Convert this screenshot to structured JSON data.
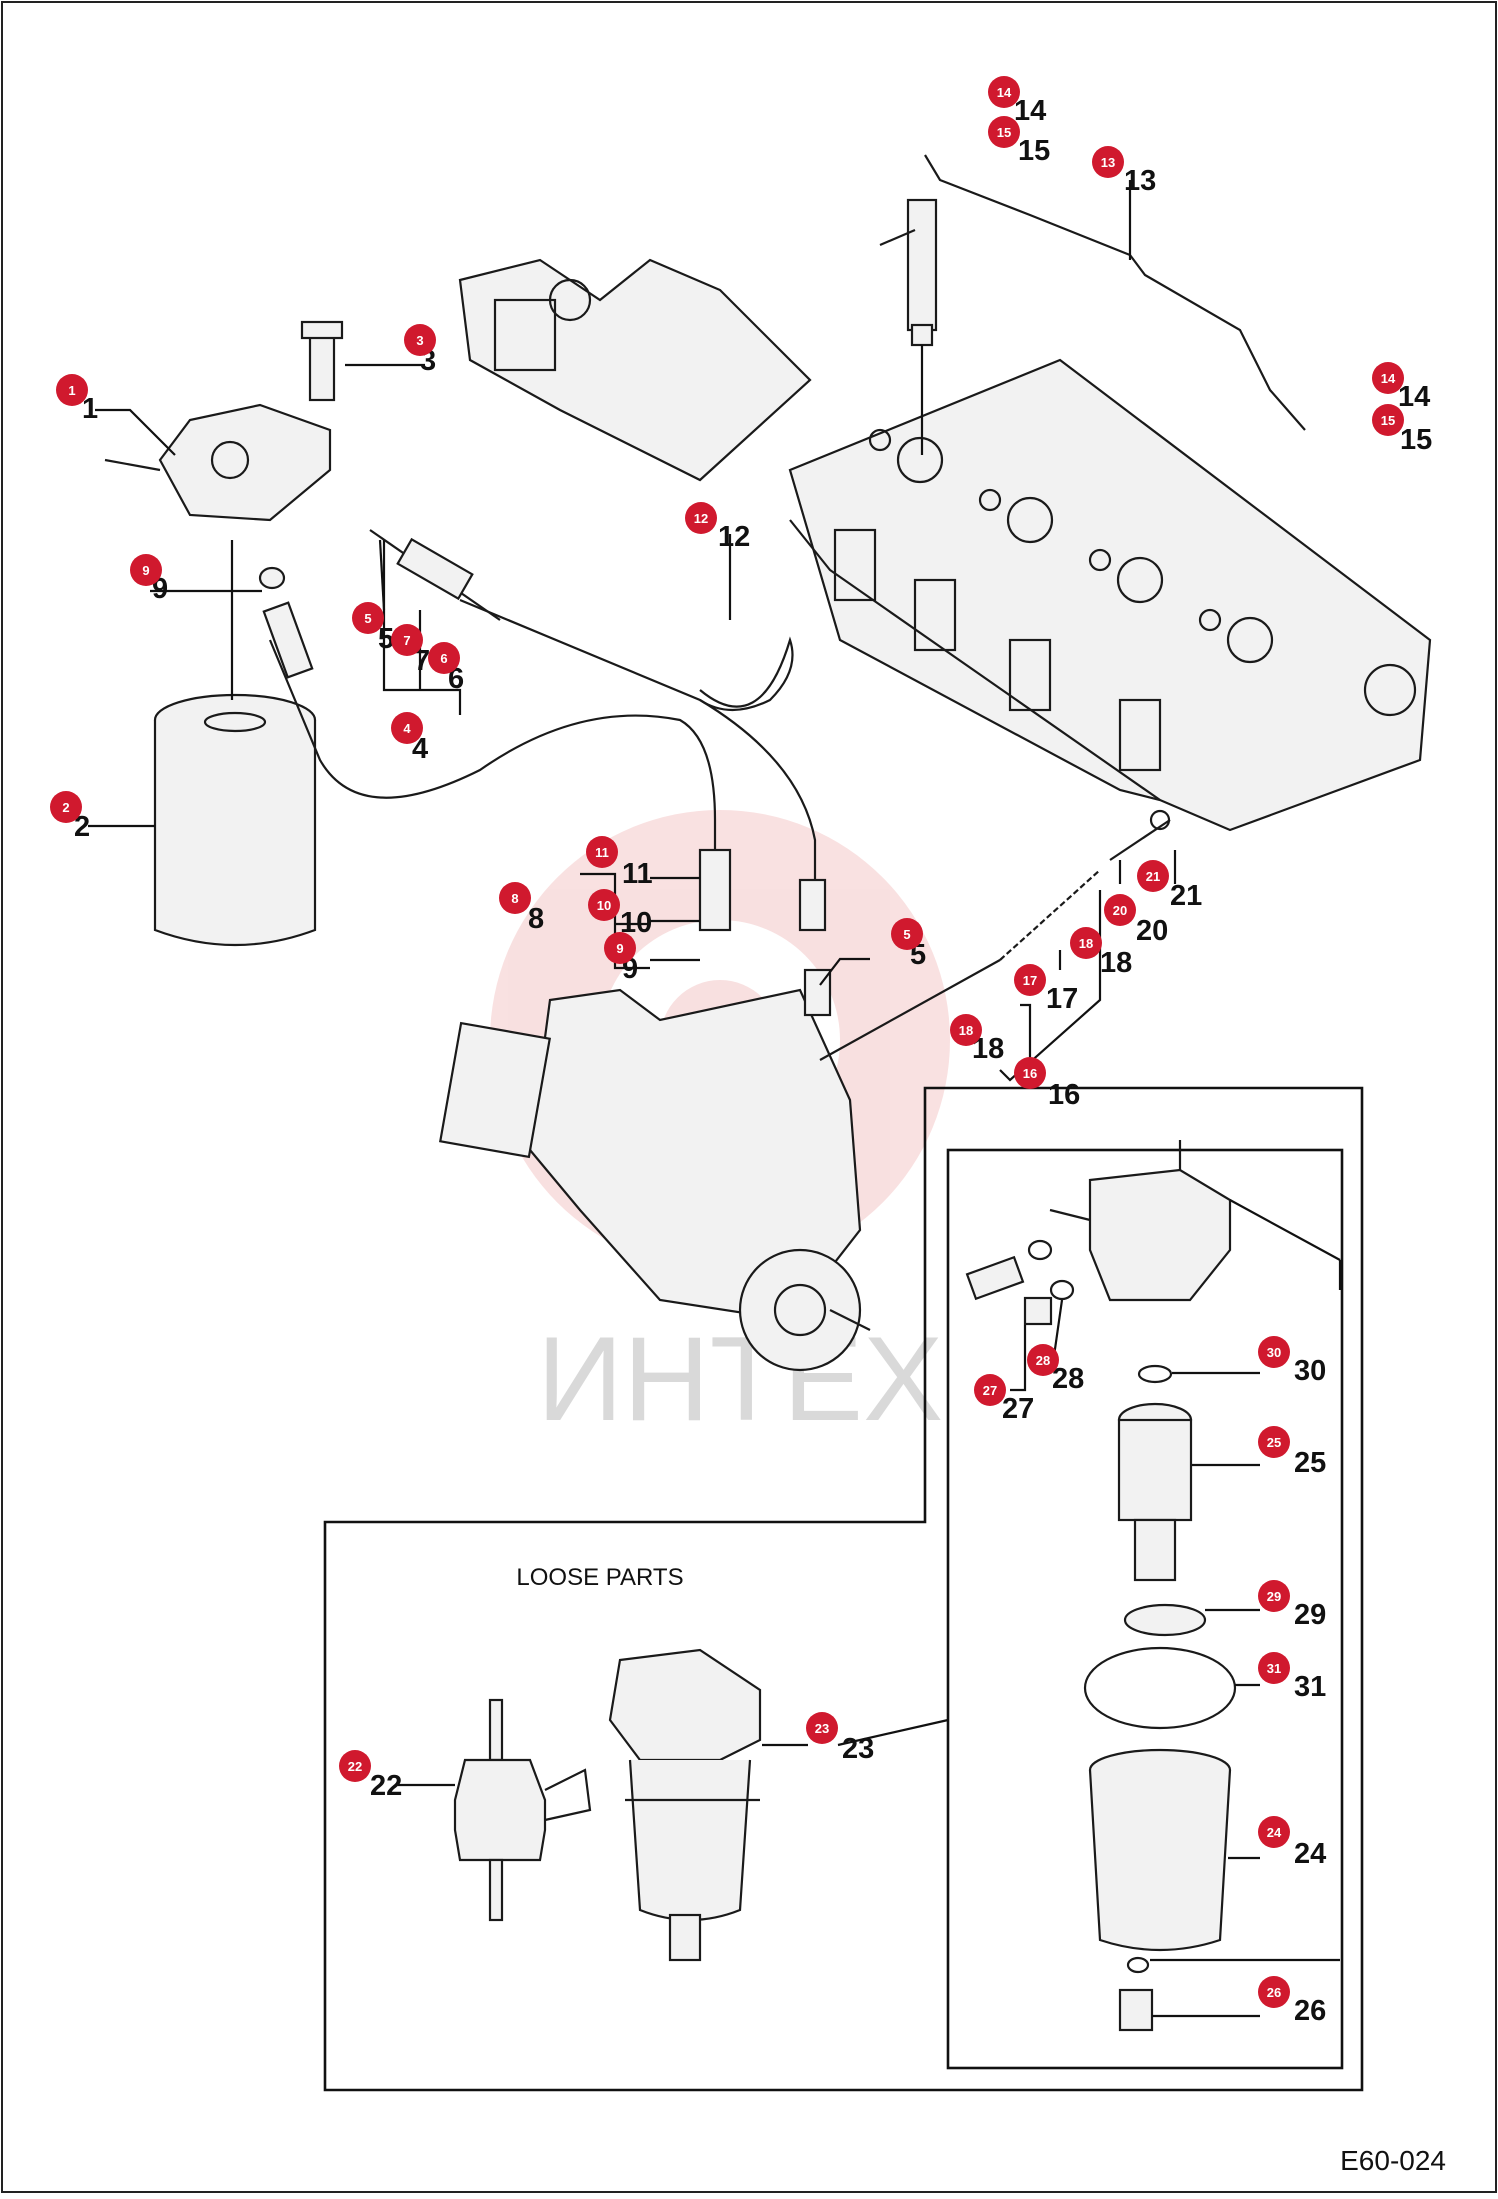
{
  "diagram": {
    "section_title": "LOOSE PARTS",
    "figure_code": "E60-024",
    "watermark": "ИНТЕХ",
    "badge_color": "#d0192e",
    "watermark_color": "#f4c8c8",
    "labels": [
      {
        "n": "1"
      },
      {
        "n": "2"
      },
      {
        "n": "3"
      },
      {
        "n": "4"
      },
      {
        "n": "5"
      },
      {
        "n": "6"
      },
      {
        "n": "7"
      },
      {
        "n": "8"
      },
      {
        "n": "9"
      },
      {
        "n": "10"
      },
      {
        "n": "11"
      },
      {
        "n": "12"
      },
      {
        "n": "13"
      },
      {
        "n": "14"
      },
      {
        "n": "15"
      },
      {
        "n": "16"
      },
      {
        "n": "17"
      },
      {
        "n": "18"
      },
      {
        "n": "20"
      },
      {
        "n": "21"
      },
      {
        "n": "22"
      },
      {
        "n": "23"
      },
      {
        "n": "24"
      },
      {
        "n": "25"
      },
      {
        "n": "26"
      },
      {
        "n": "27"
      },
      {
        "n": "28"
      },
      {
        "n": "29"
      },
      {
        "n": "30"
      },
      {
        "n": "31"
      }
    ]
  }
}
